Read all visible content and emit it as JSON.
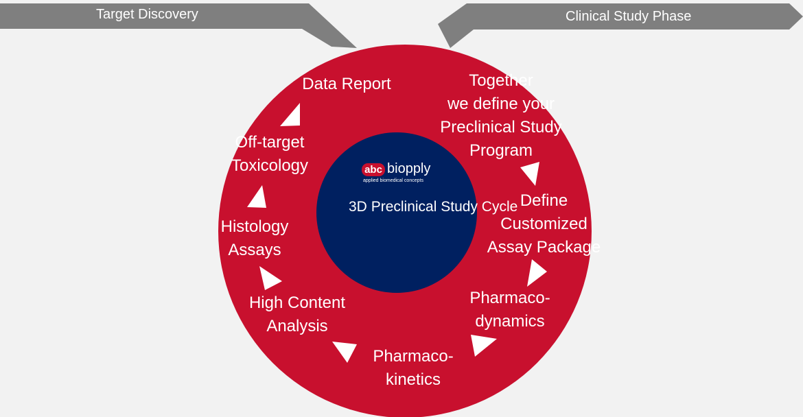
{
  "colors": {
    "background": "#f2f2f2",
    "outer_circle": "#c8102e",
    "inner_circle": "#002060",
    "phase_arrow": "#7f7f7f",
    "cycle_arrow": "#ffffff"
  },
  "phases": {
    "left": "Target Discovery",
    "right": "Clinical Study Phase"
  },
  "logo": {
    "mark": "abc",
    "word": "biopply",
    "tagline": "applied biomedical concepts"
  },
  "center": [
    "3D",
    "Preclinical",
    "Study Cycle"
  ],
  "steps": {
    "together": [
      "Together",
      "we define your",
      "Preclinical Study",
      "Program"
    ],
    "define": [
      "Define",
      "Customized",
      "Assay Package"
    ],
    "pharmacodynamics": [
      "Pharmaco-",
      "dynamics"
    ],
    "pharmacokinetics": [
      "Pharmaco-",
      "kinetics"
    ],
    "high_content": [
      "High Content",
      "Analysis"
    ],
    "histology": [
      "Histology",
      "Assays"
    ],
    "toxicology": [
      "Off-target",
      "Toxicology"
    ],
    "data_report": [
      "Data Report"
    ]
  }
}
